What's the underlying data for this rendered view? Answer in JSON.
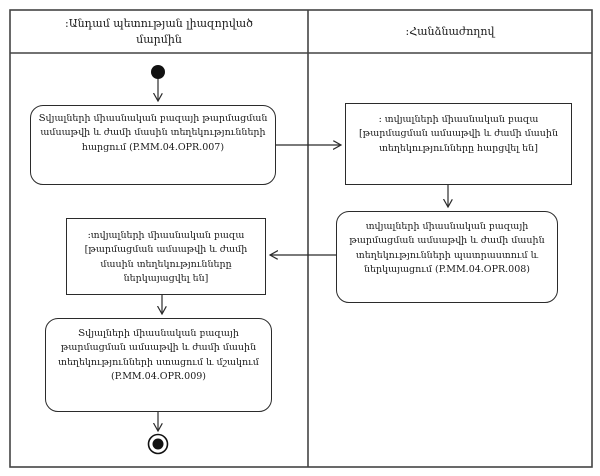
{
  "diagram": {
    "type": "uml-activity-diagram-with-swimlanes",
    "lanes": {
      "left": {
        "label": ":Անդամ պետության լիազորված մարմին"
      },
      "right": {
        "label": ":Հանձնաժողով"
      }
    },
    "nodes": {
      "opr007": {
        "type": "activity",
        "label": "Տվյալների միասնական բազայի թարմացման ամսաթվի և ժամի մասին տեղեկությունների հարցում (P.MM.04.OPR.007)"
      },
      "db_requested": {
        "type": "object",
        "label": ": տվյալների միասնական բազա [թարմացման ամսաթվի և ժամի մասին տեղեկությունները հարցվել են]"
      },
      "opr008": {
        "type": "activity",
        "label": "տվյալների միասնական բազայի թարմացման ամսաթվի և ժամի մասին տեղեկությունների պատրաստում և ներկայացում (P.MM.04.OPR.008)"
      },
      "db_presented": {
        "type": "object",
        "label": ":տվյալների միասնական բազա [թարմացման ամսաթվի և ժամի մասին տեղեկությունները ներկայացվել են]"
      },
      "opr009": {
        "type": "activity",
        "label": "Տվյալների միասնական բազայի թարմացման ամսաթվի և ժամի մասին տեղեկությունների ստացում և մշակում (P.MM.04.OPR.009)"
      }
    },
    "colors": {
      "frame_line": "#444444",
      "node_line": "#2b2b2b",
      "node_fill": "#ffffff",
      "text": "#1a1a1a",
      "background": "#ffffff"
    }
  }
}
